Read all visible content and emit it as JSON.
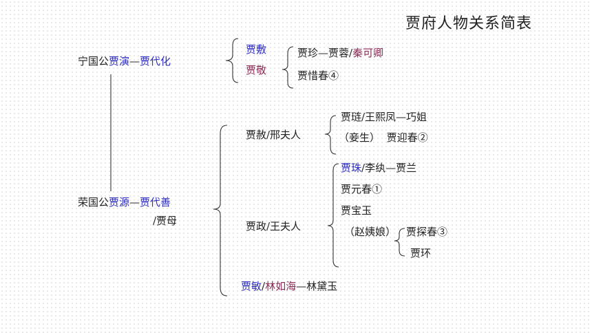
{
  "title": "贾府人物关系简表",
  "ningguo": {
    "prefix": "宁国公",
    "name": "贾演",
    "dash": "—",
    "heir": "贾代化"
  },
  "ningguo_sons": {
    "son1": "贾敷",
    "son2": "贾敬"
  },
  "jing_children": {
    "zhen": "贾珍",
    "dash": "—",
    "rong": "贾蓉",
    "slash": "/",
    "qin": "秦可卿",
    "xichun": "贾惜春④"
  },
  "rongguo": {
    "prefix": "荣国公",
    "name": "贾源",
    "dash": "—",
    "heir": "贾代善",
    "wife": "/贾母"
  },
  "she": {
    "label": "贾赦/邢夫人",
    "lian": "贾琏/王熙凤—巧姐",
    "concubine": "（妾生）",
    "yingchun": "贾迎春②"
  },
  "zheng": {
    "label": "贾政/王夫人",
    "zhu": "贾珠",
    "zhu_rest": "/李纨—贾兰",
    "yuanchun": "贾元春①",
    "baoyu": "贾宝玉",
    "zhao": "（赵姨娘）",
    "tanchun": "贾探春③",
    "huan": "贾环"
  },
  "min": {
    "name": "贾敏",
    "slash": "/",
    "husband": "林如海",
    "dash": "—",
    "daiyu": "林黛玉"
  },
  "colors": {
    "highlight_blue": "#2b2bbf",
    "highlight_plum": "#8b2a55",
    "text": "#222222"
  }
}
